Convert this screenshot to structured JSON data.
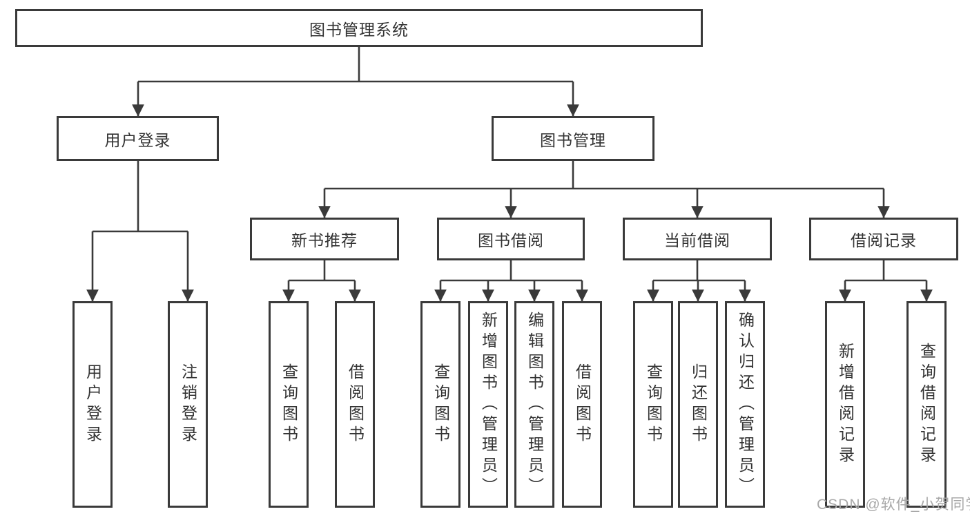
{
  "diagram": {
    "tree": {
      "label": "图书管理系统",
      "children": [
        {
          "label": "用户登录",
          "children": [
            {
              "label": "用户登录"
            },
            {
              "label": "注销登录"
            }
          ]
        },
        {
          "label": "图书管理",
          "children": [
            {
              "label": "新书推荐",
              "children": [
                {
                  "label": "查询图书"
                },
                {
                  "label": "借阅图书"
                }
              ]
            },
            {
              "label": "图书借阅",
              "children": [
                {
                  "label": "查询图书"
                },
                {
                  "label": "新增图书（管理员）"
                },
                {
                  "label": "编辑图书（管理员）"
                },
                {
                  "label": "借阅图书"
                }
              ]
            },
            {
              "label": "当前借阅",
              "children": [
                {
                  "label": "查询图书"
                },
                {
                  "label": "归还图书"
                },
                {
                  "label": "确认归还（管理员）"
                }
              ]
            },
            {
              "label": "借阅记录",
              "children": [
                {
                  "label": "新增借阅记录"
                },
                {
                  "label": "查询借阅记录"
                }
              ]
            }
          ]
        }
      ]
    }
  },
  "watermark": {
    "text": "CSDN @软件_小贺同学"
  },
  "colors": {
    "line": "#3a3a3a",
    "text": "#333333",
    "box_background": "#ffffff",
    "watermark": "#a8a8a8"
  }
}
